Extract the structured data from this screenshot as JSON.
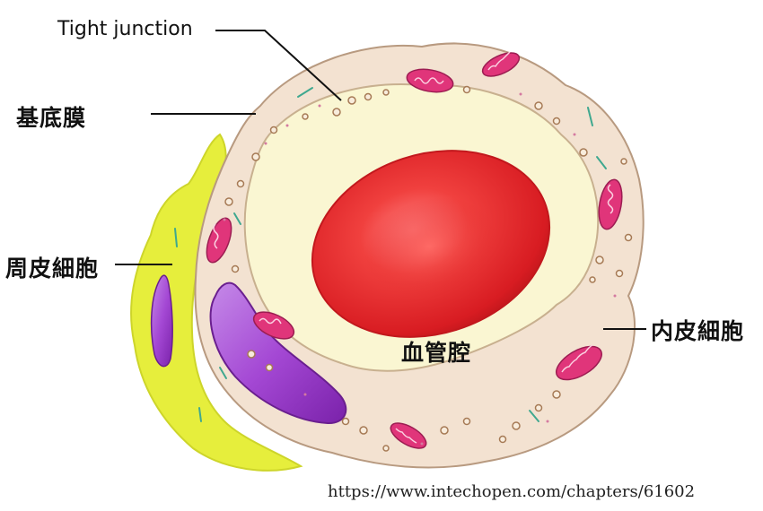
{
  "labels": {
    "tight_junction": "Tight junction",
    "basement_membrane": "基底膜",
    "pericyte": "周皮細胞",
    "lumen": "血管腔",
    "endothelial_cell": "内皮細胞"
  },
  "source_url": "https://www.intechopen.com/chapters/61602",
  "colors": {
    "pericyte": "#e6ee3c",
    "endothelium": "#f3e2d1",
    "lumen": "#faf6d2",
    "red_blood_cell": "#e8262b",
    "nucleus": "#a84bd6",
    "mitochondria": "#e0357a",
    "vesicle": "#c9a27e"
  }
}
